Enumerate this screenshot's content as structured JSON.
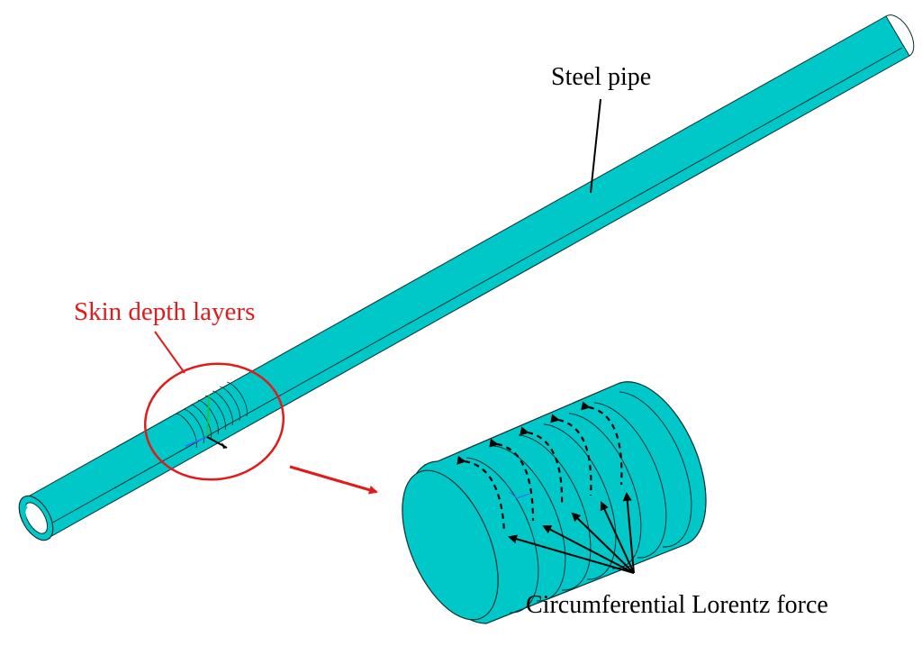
{
  "labels": {
    "steel_pipe": "Steel pipe",
    "skin_depth_layers": "Skin depth layers",
    "circumferential_force": "Circumferential Lorentz force"
  },
  "colors": {
    "pipe_fill": "#00C8C8",
    "pipe_outline": "#0A3030",
    "highlight": "#E11B1B",
    "annotation": "#000000",
    "axis_x": "#3A6BFF",
    "axis_y": "#22C422"
  }
}
